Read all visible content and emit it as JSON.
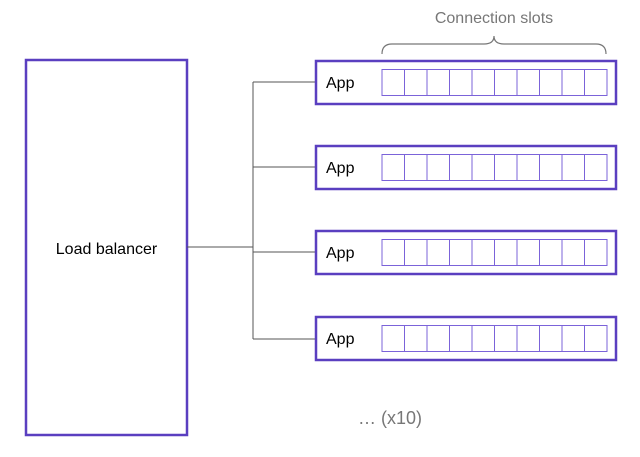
{
  "load_balancer": {
    "label": "Load balancer"
  },
  "apps": [
    {
      "label": "App",
      "slots": 10
    },
    {
      "label": "App",
      "slots": 10
    },
    {
      "label": "App",
      "slots": 10
    },
    {
      "label": "App",
      "slots": 10
    }
  ],
  "connection_slots_label": "Connection slots",
  "more_label": "… (x10)",
  "colors": {
    "accent": "#5a3fc0",
    "slot_stroke": "#7b63d9",
    "connector": "#555555",
    "muted_text": "#777777",
    "text": "#000000"
  }
}
